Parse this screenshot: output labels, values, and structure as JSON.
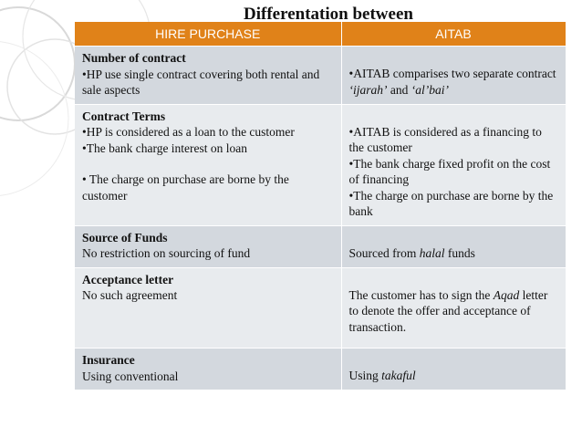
{
  "slide": {
    "title": "Differentation between",
    "header": {
      "col1": "HIRE PURCHASE",
      "col2": "AITAB"
    },
    "rows": [
      {
        "heading": "Number of contract",
        "hp": [
          "•HP use single contract covering both rental and sale aspects"
        ],
        "aitab_pre": "•AITAB comparises two separate contract ",
        "aitab_em1": "‘ijarah’",
        "aitab_mid": " and ",
        "aitab_em2": "‘al’bai’"
      },
      {
        "heading": "Contract Terms",
        "hp1": "•HP is considered as a loan to the customer",
        "hp2": "•The bank charge interest on loan",
        "hp3": "• The charge on purchase are borne by the customer",
        "aitab1": "•AITAB is considered as a financing to the customer",
        "aitab2": "•The bank charge fixed profit on the cost of financing",
        "aitab3": "•The charge on purchase are borne by the bank"
      },
      {
        "heading": "Source of Funds",
        "hp": "No restriction on sourcing of fund",
        "aitab_pre": "Sourced from ",
        "aitab_em": "halal",
        "aitab_post": " funds"
      },
      {
        "heading": "Acceptance letter",
        "hp": "No such agreement",
        "aitab_pre": "The customer has to sign the ",
        "aitab_em": "Aqad",
        "aitab_post": " letter to denote the offer and acceptance of transaction."
      },
      {
        "heading": "Insurance",
        "hp": "Using conventional",
        "aitab_pre": "Using ",
        "aitab_em": "takaful"
      }
    ]
  }
}
